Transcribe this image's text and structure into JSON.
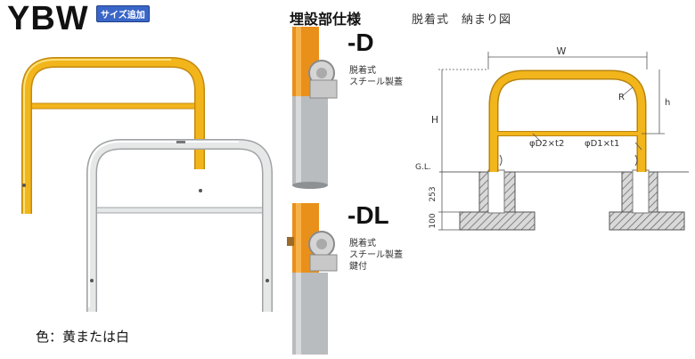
{
  "header": {
    "product_code": "YBW",
    "badge": "サイズ追加"
  },
  "color_note": "色：黄または白",
  "embedded_spec": {
    "heading": "埋設部仕様",
    "variants": [
      {
        "code": "-D",
        "desc": [
          "脱着式",
          "スチール製蓋"
        ]
      },
      {
        "code": "-DL",
        "desc": [
          "脱着式",
          "スチール製蓋",
          "鍵付"
        ]
      }
    ]
  },
  "diagram": {
    "title": "脱着式　納まり図",
    "labels": {
      "width": "W",
      "height": "H",
      "radius": "R",
      "h": "h",
      "pipe_bar": "φD2×t2",
      "pipe_main": "φD1×t1",
      "ground": "G.L.",
      "depth": "253",
      "base": "100"
    }
  },
  "colors": {
    "yellow": "#f2b51b",
    "white_bar": "#e4e6e6",
    "post_gray": "#b9bcbe",
    "post_orange": "#e9901a",
    "badge_blue": "#3a66c8"
  }
}
